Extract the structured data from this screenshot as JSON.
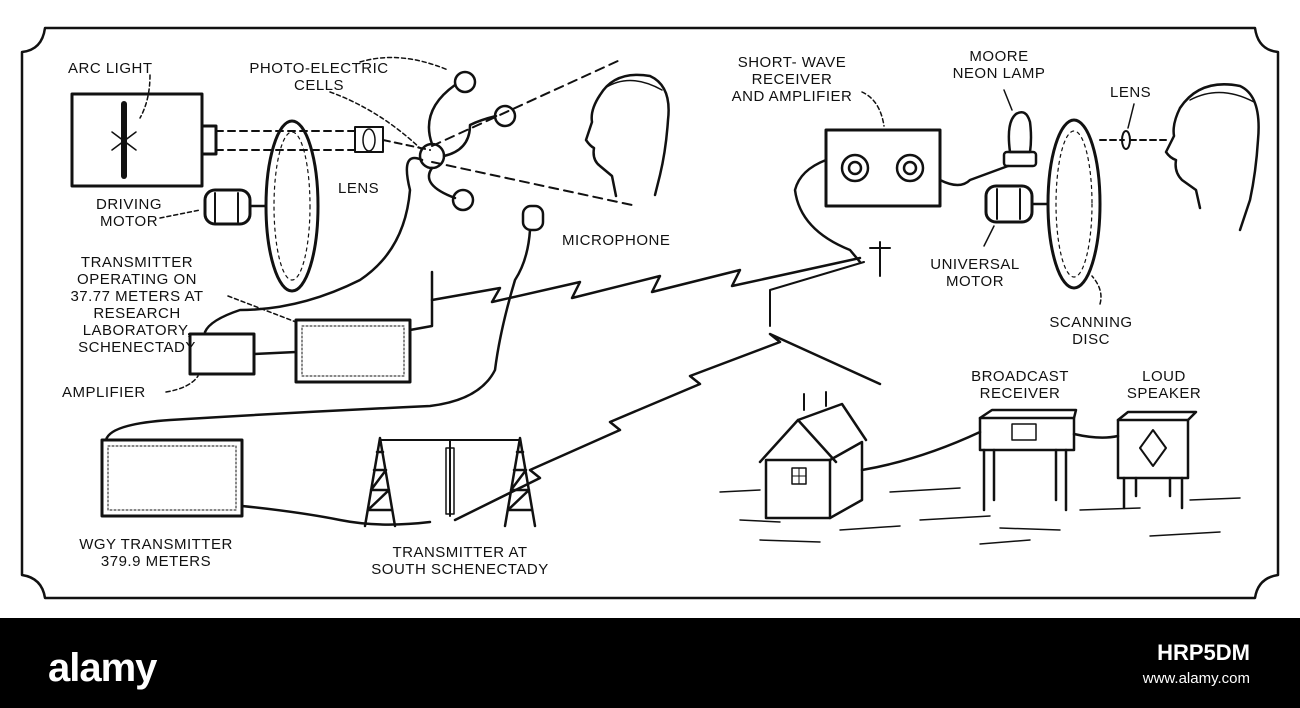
{
  "labels": {
    "arc_light": "ARC LIGHT",
    "photo_electric_cells": "PHOTO-ELECTRIC\nCELLS",
    "lens_left": "LENS",
    "driving_motor": "DRIVING\nMOTOR",
    "microphone": "MICROPHONE",
    "transmitter_research": "TRANSMITTER\nOPERATING ON\n37.77 METERS AT\nRESEARCH\nLABORATORY,\nSCHENECTADY",
    "amplifier": "AMPLIFIER",
    "wgy_transmitter": "WGY TRANSMITTER\n379.9 METERS",
    "transmitter_south": "TRANSMITTER AT\nSOUTH SCHENECTADY",
    "short_wave_receiver": "SHORT- WAVE\nRECEIVER\nAND AMPLIFIER",
    "moore_neon_lamp": "MOORE\nNEON LAMP",
    "lens_right": "LENS",
    "universal_motor": "UNIVERSAL\nMOTOR",
    "scanning_disc": "SCANNING\nDISC",
    "broadcast_receiver": "BROADCAST\nRECEIVER",
    "loud_speaker": "LOUD\nSPEAKER"
  },
  "footer": {
    "brand": "alamy",
    "image_id": "HRP5DM",
    "url": "www.alamy.com"
  },
  "colors": {
    "ink": "#111111",
    "paper": "#ffffff",
    "footer_bg": "#000000",
    "footer_text": "#ffffff"
  }
}
